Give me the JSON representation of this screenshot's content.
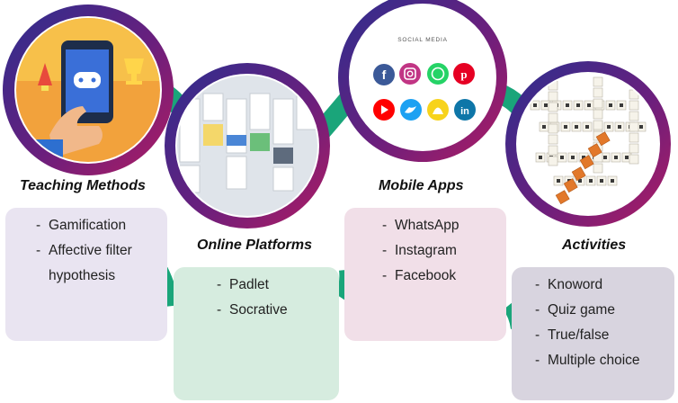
{
  "categories": [
    {
      "heading": "Teaching Methods",
      "items": [
        "Gamification",
        "Affective filter",
        "hypothesis"
      ],
      "card_color": "#e9e4f1"
    },
    {
      "heading": "Online Platforms",
      "items": [
        "Padlet",
        "Socrative"
      ],
      "card_color": "#d6ecdf"
    },
    {
      "heading": "Mobile Apps",
      "items": [
        "WhatsApp",
        "Instagram",
        "Facebook"
      ],
      "card_color": "#f1dfe8"
    },
    {
      "heading": "Activities",
      "items": [
        "Knoword",
        "Quiz game",
        "True/false",
        "Multiple choice"
      ],
      "card_color": "#d8d4df"
    }
  ],
  "social_media_caption": "SOCIAL MEDIA",
  "colors": {
    "ring_outer": "#2f2f8c",
    "ring_inner": "#9b1d6a",
    "connector": "#1aa57a"
  },
  "icons": {
    "teaching": [
      "rocket-icon",
      "gamepad-icon",
      "trophy-icon",
      "pointing-hand-icon"
    ],
    "platform": "padlet-board-thumbnail",
    "social": [
      "facebook-icon",
      "instagram-icon",
      "whatsapp-icon",
      "pinterest-icon",
      "youtube-icon",
      "twitter-icon",
      "snapchat-icon",
      "linkedin-icon"
    ],
    "activities": "word-tiles-crossword-image"
  }
}
